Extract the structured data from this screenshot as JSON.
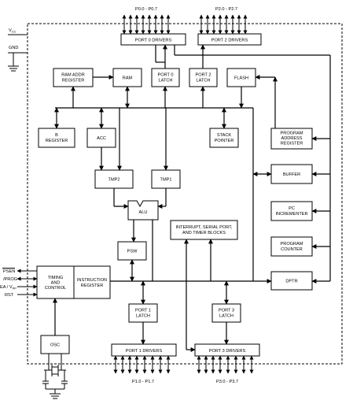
{
  "pins": {
    "vcc": "V",
    "vcc_sub": "CC",
    "gnd": "GND",
    "psen": "PSEN",
    "prog": "/PROG",
    "ea": "EA",
    "ea_sep": " / V",
    "ea_sub": "PP",
    "rst": "RST"
  },
  "buses": {
    "p0": "P0.0 - P0.7",
    "p2": "P2.0 - P2.7",
    "p1": "P1.0 - P1.7",
    "p3": "P3.0 - P3.7"
  },
  "blocks": {
    "port0_drivers": "PORT 0 DRIVERS",
    "port2_drivers": "PORT 2 DRIVERS",
    "ram_addr_register": [
      "RAM ADDR",
      "REGISTER"
    ],
    "ram": "RAM",
    "port0_latch": [
      "PORT 0",
      "LATCH"
    ],
    "port2_latch": [
      "PORT 2",
      "LATCH"
    ],
    "flash": "FLASH",
    "b_register": [
      "B",
      "REGISTER"
    ],
    "acc": "ACC",
    "stack_pointer": [
      "STACK",
      "POINTER"
    ],
    "program_address_register": [
      "PROGRAM",
      "ADDRESS",
      "REGISTER"
    ],
    "buffer": "BUFFER",
    "tmp2": "TMP2",
    "tmp1": "TMP1",
    "alu": "ALU",
    "interrupt_blocks": [
      "INTERRUPT, SERIAL PORT,",
      "AND TIMER BLOCKS"
    ],
    "pc_incrementer": [
      "PC",
      "INCREMENTER"
    ],
    "psw": "PSW",
    "program_counter": [
      "PROGRAM",
      "COUNTER"
    ],
    "timing_control": [
      "TIMING",
      "AND",
      "CONTROL"
    ],
    "instruction_register": [
      "INSTRUCTION",
      "REGISTER"
    ],
    "dptr": "DPTR",
    "port1_latch": [
      "PORT 1",
      "LATCH"
    ],
    "port3_latch": [
      "PORT 3",
      "LATCH"
    ],
    "osc": "OSC",
    "port1_drivers": "PORT 1 DRIVERS",
    "port3_drivers": "PORT 3 DRIVERS"
  }
}
